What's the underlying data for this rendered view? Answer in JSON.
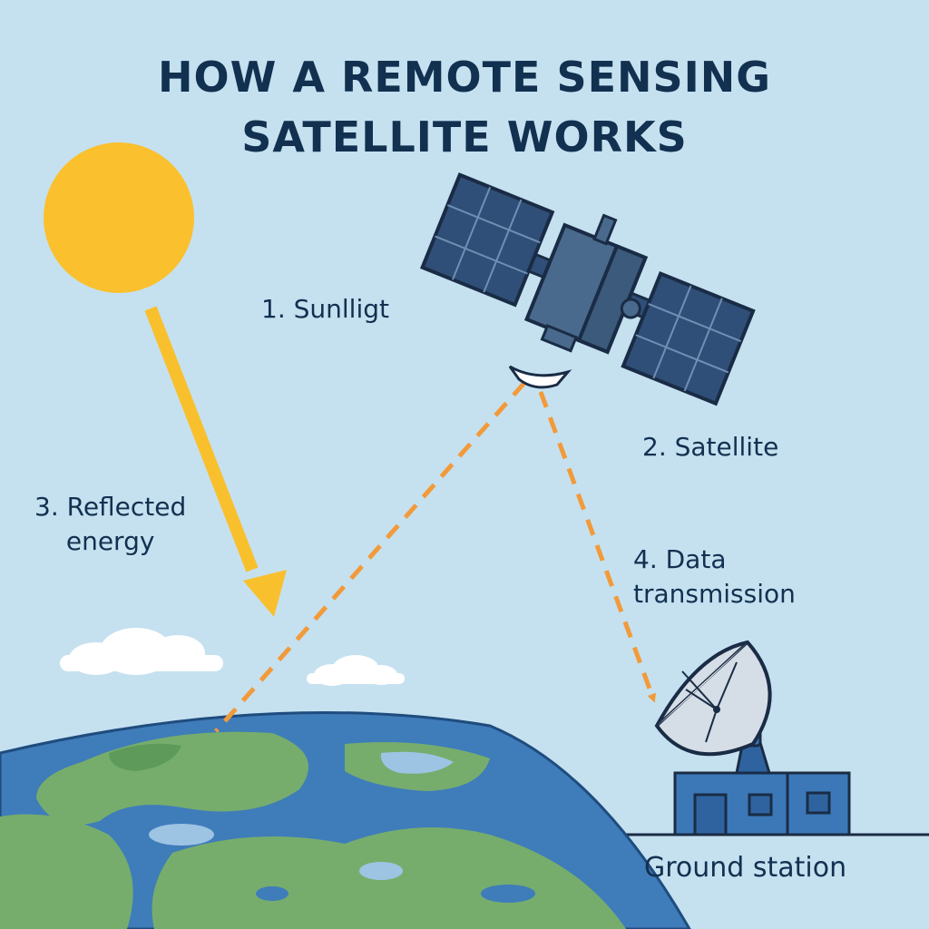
{
  "title": {
    "line1": "HOW A REMOTE SENSING",
    "line2": "SATELLITE WORKS"
  },
  "labels": {
    "sunlight": "1. Sunlligt",
    "satellite": "2. Satellite",
    "reflected_line1": "3. Reflected",
    "reflected_line2": "energy",
    "data_line1": "4. Data",
    "data_line2": "transmission",
    "ground_station": "Ground station"
  },
  "colors": {
    "sky": "#c5e1f0",
    "sun": "#fbc02d",
    "sunlight_arrow": "#f9c02e",
    "signal_dashes": "#f29a3a",
    "ocean": "#3f7cba",
    "land": "#76ad6d",
    "satellite_body": "#496a8c",
    "solar_panel": "#2f4f78",
    "ground_station": "#3c78b8",
    "text": "#12304f"
  },
  "icons": [
    "sun-icon",
    "satellite-icon",
    "cloud-icon",
    "earth-icon",
    "dish-antenna-icon",
    "ground-station-building-icon"
  ]
}
